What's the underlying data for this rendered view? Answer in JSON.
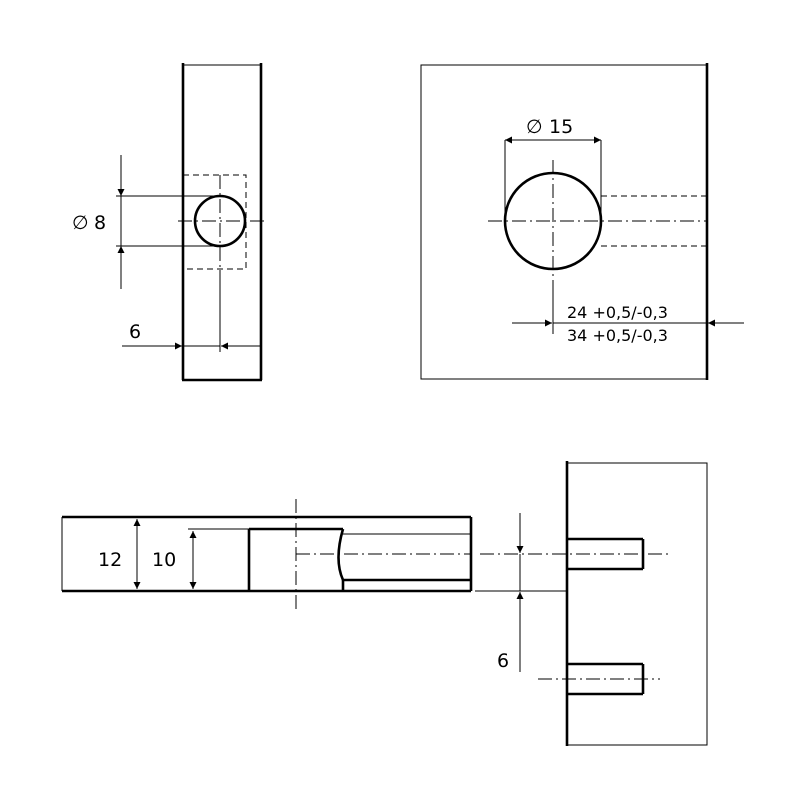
{
  "drawing": {
    "views": {
      "side_view": {
        "diameter_symbol": "∅",
        "diameter_value": "8",
        "offset_value": "6"
      },
      "front_view": {
        "diameter_symbol": "∅",
        "diameter_value": "15",
        "tol_line_1": "24  +0,5/-0,3",
        "tol_line_2": "34  +0,5/-0,3"
      },
      "section_view": {
        "height_outer": "12",
        "height_inner": "10"
      },
      "pin_view": {
        "offset_value": "6"
      }
    }
  }
}
